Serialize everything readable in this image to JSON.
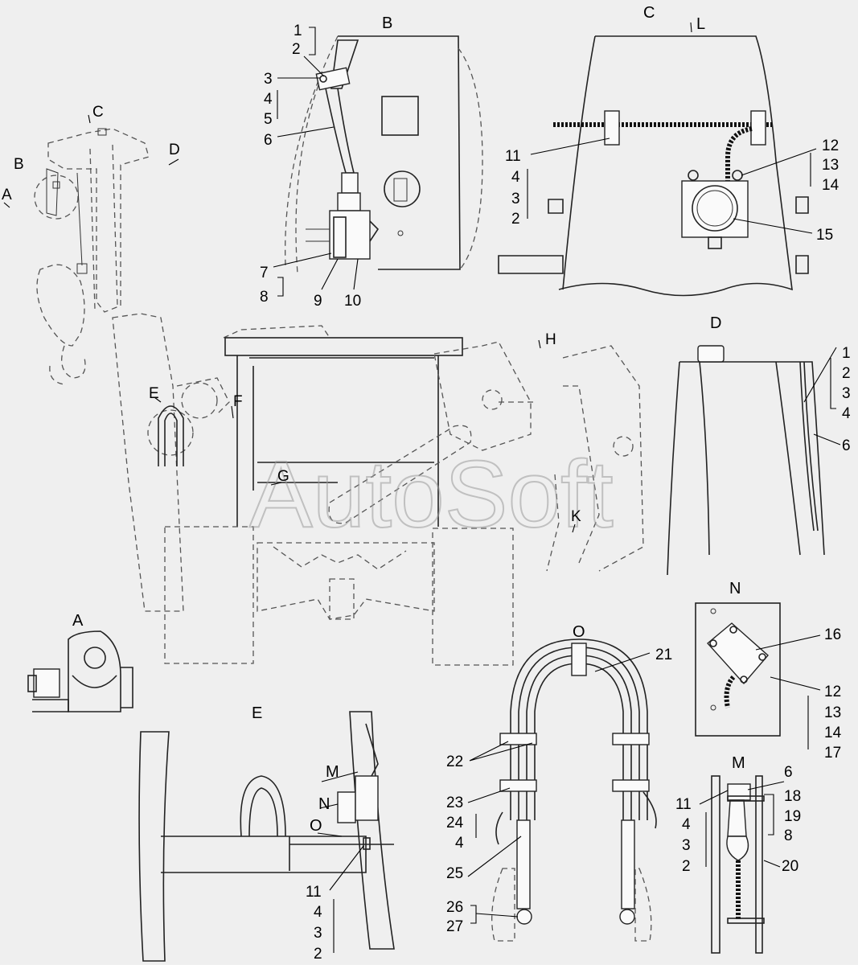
{
  "watermark": "AutoSoft",
  "view_labels": {
    "A_main": "A",
    "B_main": "B",
    "C_main": "C",
    "D_main": "D",
    "E_main": "E",
    "F_main": "F",
    "G_main": "G",
    "H_main": "H",
    "K_main": "K",
    "B_view": "B",
    "C_view": "C",
    "L_arrow": "L",
    "D_view": "D",
    "A_view": "A",
    "E_view": "E",
    "M_arrow": "M",
    "N_arrow": "N",
    "O_arrow": "O",
    "N_view": "N",
    "O_view": "O",
    "M_view": "M"
  },
  "callouts_B": {
    "c1": "1",
    "c2": "2",
    "c3": "3",
    "c4": "4",
    "c5": "5",
    "c6": "6",
    "c7": "7",
    "c8": "8",
    "c9": "9",
    "c10": "10"
  },
  "callouts_C": {
    "c11": "11",
    "c4": "4",
    "c3": "3",
    "c2": "2",
    "c12": "12",
    "c13": "13",
    "c14": "14",
    "c15": "15"
  },
  "callouts_D": {
    "c1": "1",
    "c2": "2",
    "c3": "3",
    "c4": "4",
    "c6": "6"
  },
  "callouts_N": {
    "c16": "16",
    "c12": "12",
    "c13": "13",
    "c14": "14",
    "c17": "17"
  },
  "callouts_O": {
    "c21": "21",
    "c22": "22",
    "c23": "23",
    "c24": "24",
    "c4": "4",
    "c25": "25",
    "c26": "26",
    "c27": "27"
  },
  "callouts_E": {
    "c11": "11",
    "c4": "4",
    "c3": "3",
    "c2": "2"
  },
  "callouts_M": {
    "c6": "6",
    "c11": "11",
    "c4": "4",
    "c3": "3",
    "c2": "2",
    "c18": "18",
    "c19": "19",
    "c8": "8",
    "c20": "20"
  }
}
